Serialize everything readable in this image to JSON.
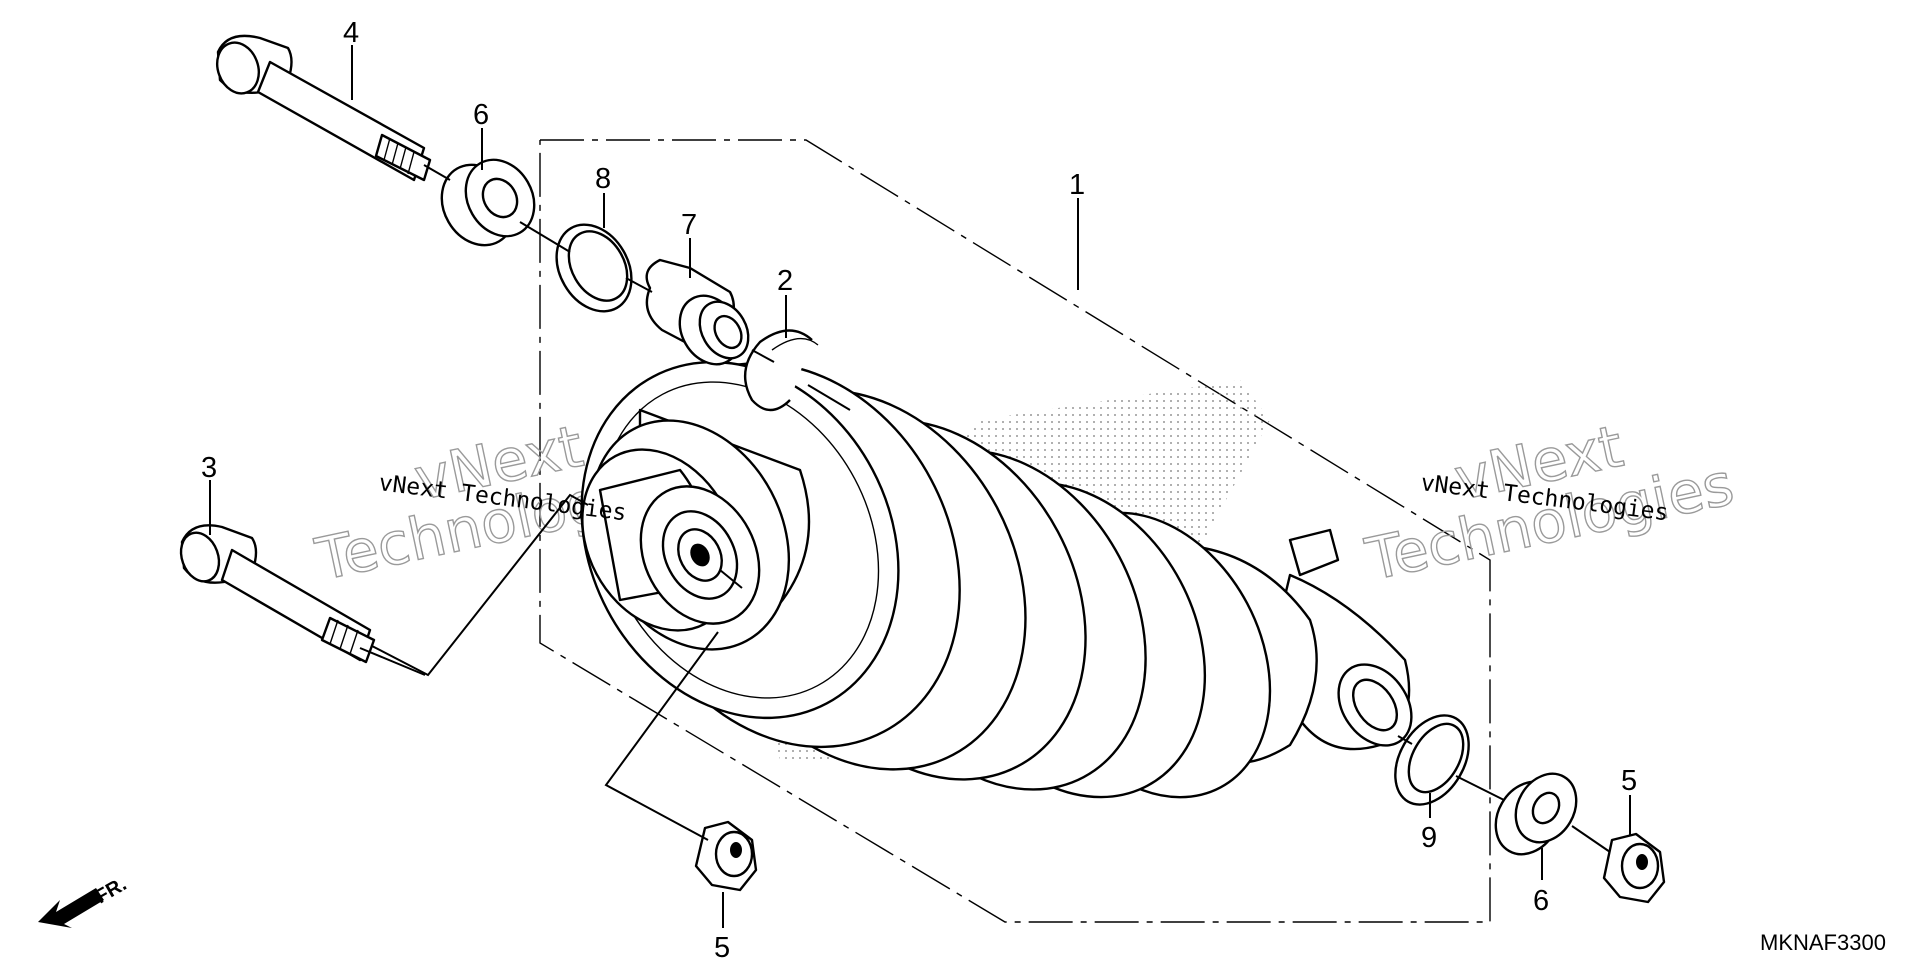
{
  "callouts": {
    "c1": "1",
    "c2": "2",
    "c3": "3",
    "c4": "4",
    "c5a": "5",
    "c5b": "5",
    "c6a": "6",
    "c6b": "6",
    "c7": "7",
    "c8": "8",
    "c9": "9"
  },
  "watermark": {
    "line_left": "vNext Technologies",
    "line_right": "vNext Technologies",
    "big_top_left": "vNext",
    "big_bottom_left": "Technologies",
    "big_top_right": "vNext",
    "big_bottom_right": "Technologies"
  },
  "direction_label": "FR.",
  "diagram_code": "MKNAF3300"
}
